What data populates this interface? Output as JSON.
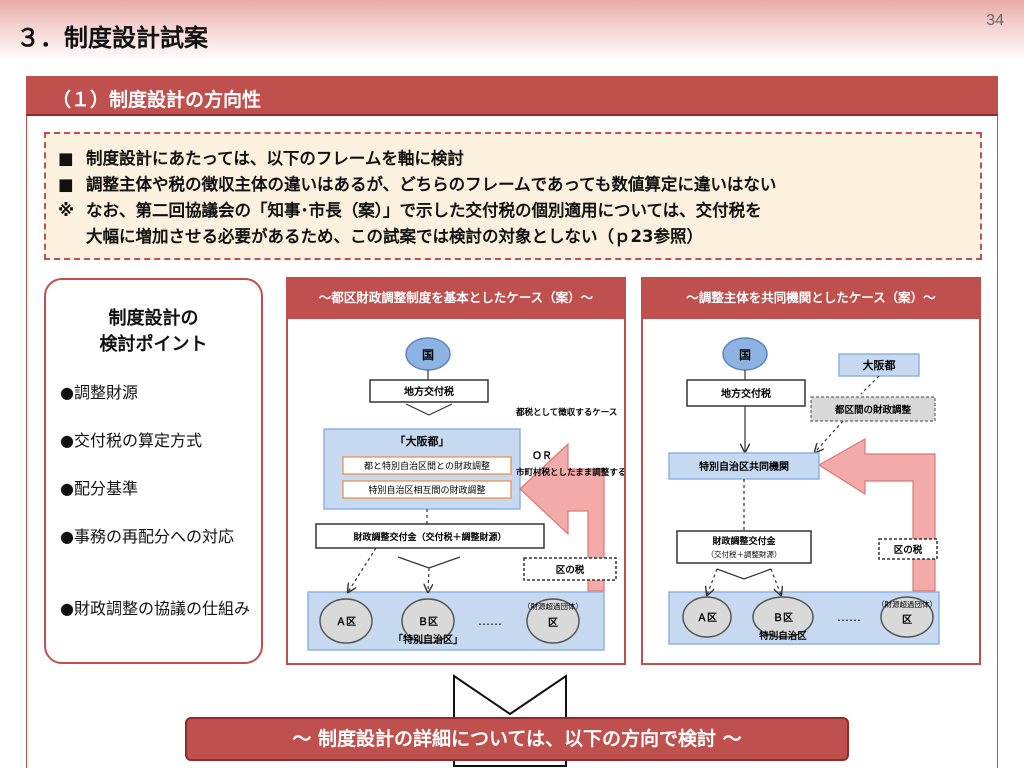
{
  "slide": {
    "title": "３．制度設計試案",
    "page_number": "34"
  },
  "section": {
    "title": "（１）制度設計の方向性"
  },
  "notes": [
    {
      "mark": "■",
      "text": "制度設計にあたっては、以下のフレームを軸に検討"
    },
    {
      "mark": "■",
      "text": "調整主体や税の徴収主体の違いはあるが、どちらのフレームであっても数値算定に違いはない"
    },
    {
      "mark": "※",
      "text": "なお、第二回協議会の「知事･市長（案）」で示した交付税の個別適用については、交付税を"
    }
  ],
  "notes_continuation": "大幅に増加させる必要があるため、この試案では検討の対象としない（ｐ23参照）",
  "points": {
    "title_line1": "制度設計の",
    "title_line2": "検討ポイント",
    "items": [
      "●調整財源",
      "●交付税の算定方式",
      "●配分基準",
      "●事務の再配分への対応",
      "●財政調整の協議の仕組み"
    ]
  },
  "case1": {
    "header": "～都区財政調整制度を基本としたケース（案）～",
    "country": "国",
    "local_tax": "地方交付税",
    "osaka": "「大阪都」",
    "adjust1": "都と特別自治区間との財政調整",
    "adjust2": "特別自治区相互間の財政調整",
    "note_top": "都税として徴収するケース",
    "or": "ＯＲ",
    "note_bottom": "市町村税としたまま調整するケース",
    "grant": "財政調整交付金（交付税＋調整財源）",
    "ward_tax": "区の税",
    "ward_a": "Ａ区",
    "ward_b": "Ｂ区",
    "dots": "……",
    "surplus_label": "（財源超過団体）",
    "ward_generic": "区",
    "special_ward": "「特別自治区」"
  },
  "case2": {
    "header": "～調整主体を共同機関としたケース（案）～",
    "country": "国",
    "osaka": "大阪都",
    "local_tax": "地方交付税",
    "inter_ward": "都区間の財政調整",
    "joint_body": "特別自治区共同機関",
    "grant_line1": "財政調整交付金",
    "grant_line2": "（交付税＋調整財源）",
    "ward_tax": "区の税",
    "ward_a": "Ａ区",
    "ward_b": "Ｂ区",
    "dots": "……",
    "surplus_label": "（財源超過団体）",
    "ward_generic": "区",
    "special_ward": "特別自治区"
  },
  "bottom_banner": "～  制度設計の詳細については、以下の方向で検討  ～",
  "colors": {
    "accent": "#c0504d",
    "accent_dark": "#8c2d2a",
    "note_bg": "#fbf1de",
    "light_blue": "#c6d9f1",
    "circle_blue": "#8db3e2",
    "arrow_pink": "#f2a3a0"
  }
}
